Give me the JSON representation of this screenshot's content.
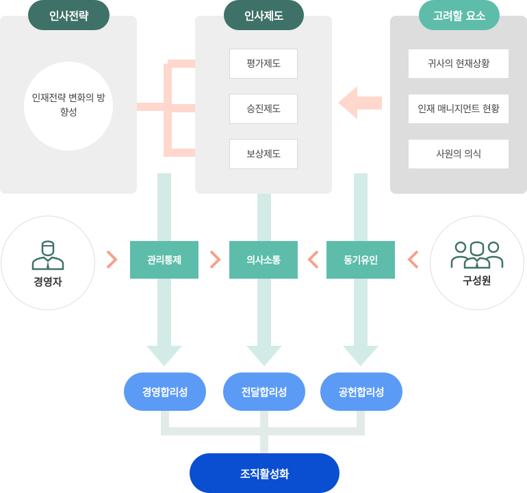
{
  "columns": {
    "strategy": {
      "header": "인사전략",
      "circle_text": "인재전략 변화의 방향성"
    },
    "system": {
      "header": "인사제도",
      "items": [
        "평가제도",
        "승진제도",
        "보상제도"
      ]
    },
    "factors": {
      "header": "고려할 요소",
      "items": [
        "귀사의 현재상황",
        "인재 매니지먼트 현황",
        "사원의 의식"
      ]
    }
  },
  "actors": {
    "left": "경영자",
    "right": "구성원"
  },
  "middle": [
    "관리통제",
    "의사소통",
    "동기유인"
  ],
  "outcomes": [
    "경영합리성",
    "전달합리성",
    "공헌합리성"
  ],
  "final": "조직활성화",
  "colors": {
    "dark_green": "#3e7167",
    "teal": "#5dbdaa",
    "light_teal": "#d3ebe6",
    "salmon": "#ffd7cc",
    "salmon_chevron": "#f7a08a",
    "blue": "#5b9bf6",
    "navy": "#0a4fd2"
  }
}
